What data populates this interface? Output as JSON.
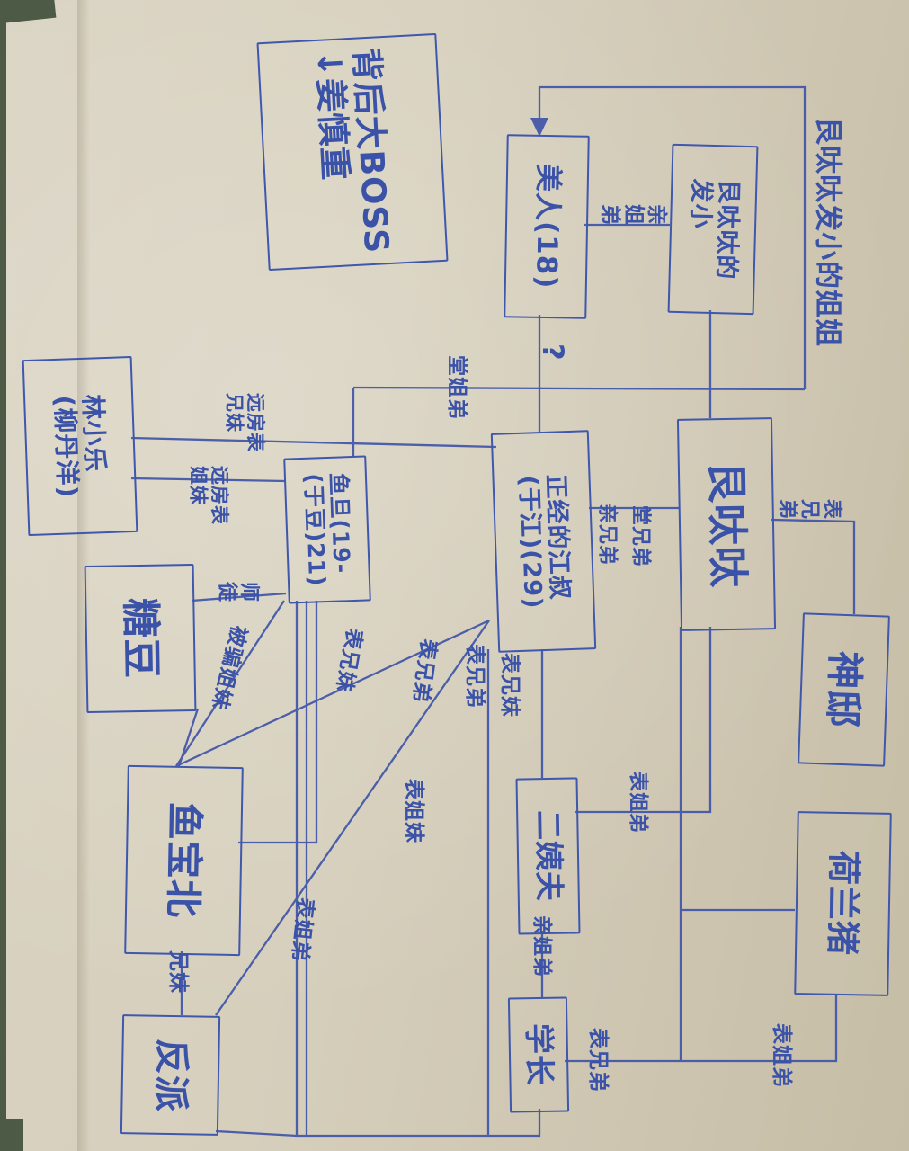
{
  "drawing": {
    "title_caption": "艮呔呔发小的姐姐",
    "question_mark": "?",
    "ink_color": "#3f57ad",
    "paper_color": "#d6cfbc",
    "boxes": {
      "boss": "背后大BOSS\n↓姜慎重",
      "meiren": "美人(18)",
      "faxiao": "艮呔呔的\n发小",
      "gendaidai": "艮呔呔",
      "jiangshu": "正经的江叔\n(于江)(29)",
      "yudan": "鱼旦(19-\n(于豆)21)",
      "linxiaole": "林小乐\n(柳丹洋)",
      "tangdou": "糖豆",
      "yubaobei": "鱼宝北",
      "fanpai": "反派",
      "eryifu": "二姨夫",
      "xuezhang": "学长",
      "shendi": "神邸",
      "helanzhu": "荷兰猪"
    },
    "labels": {
      "qin_jiedi_top": "亲姐弟",
      "tang_jiedi": "堂姐弟",
      "yuanfang_biao_xiongmei": "远房表兄妹",
      "yuanfang_biao_jiemei": "远房表姐妹",
      "shitu": "师徒",
      "beipian_jiemei": "被骗姐妹",
      "biao_xiongmei_diag": "表兄妹",
      "biao_xiongdi_diag": "表兄弟",
      "biao_xiongdi_left": "表兄弟",
      "biao_xiongmei_mid": "表兄妹",
      "biao_jiemei_mid": "表姐妹",
      "qin_xiongdi": "亲兄弟",
      "tang_xiongdi": "堂兄弟",
      "biao_xiongdi_right": "表兄弟",
      "biao_jiedi_gen": "表姐弟",
      "xiongmei": "兄妹",
      "biao_jiedi_diag": "表姐弟",
      "qin_jiedi_bottom": "亲姐弟",
      "biao_xiongdi_bottom": "表兄弟",
      "biao_jiedi_bottom": "表姐弟"
    }
  }
}
